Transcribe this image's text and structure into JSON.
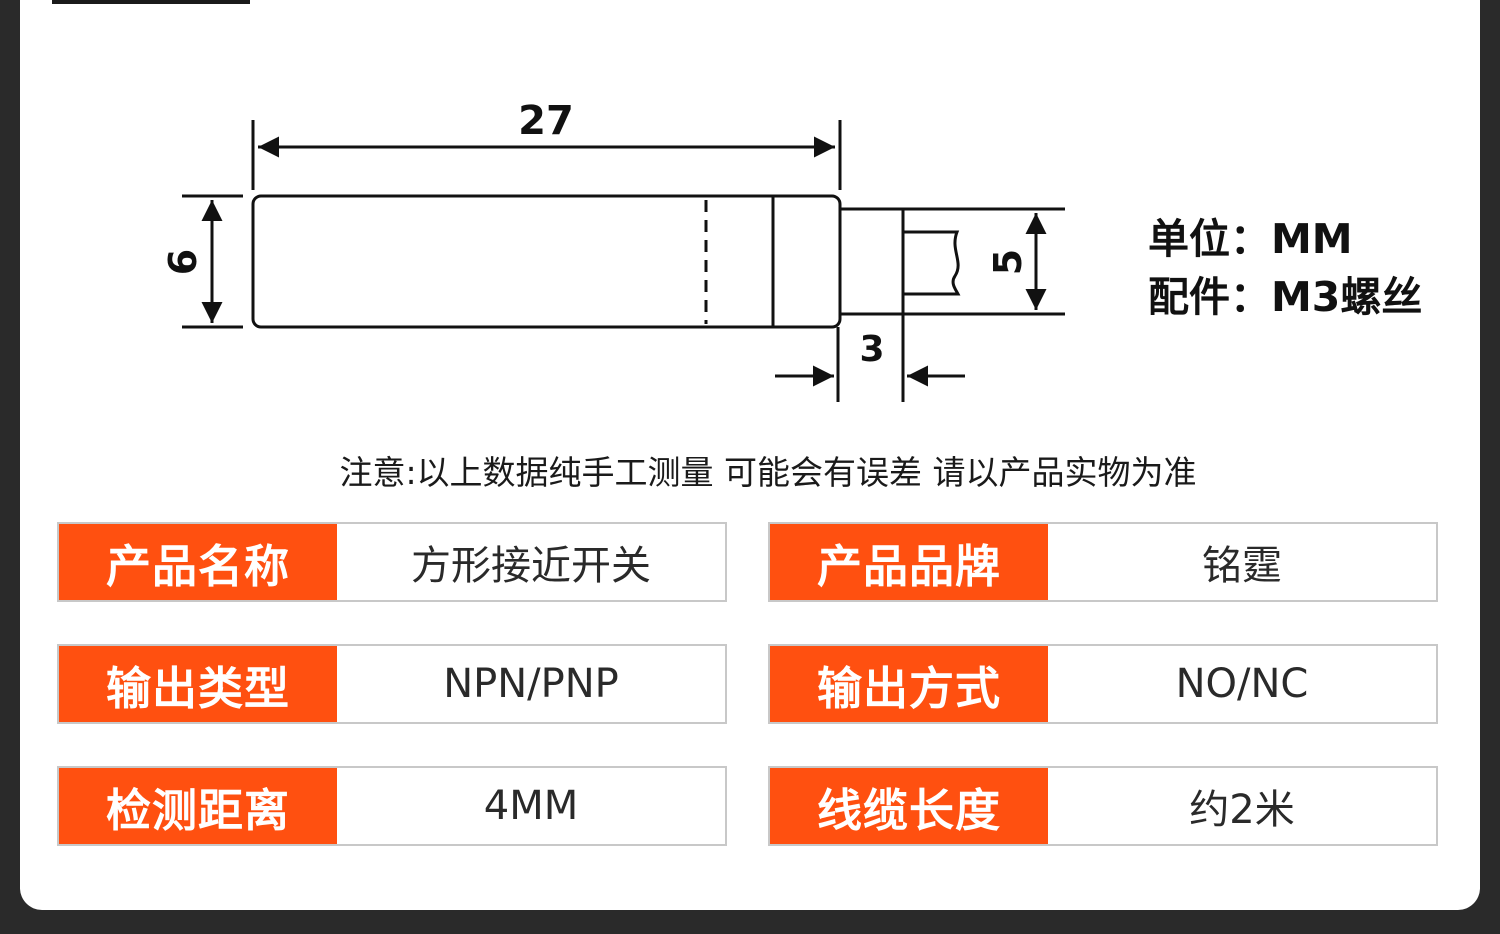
{
  "dimensions": {
    "length": "27",
    "diameter": "6",
    "cable_diameter": "5",
    "thread_length": "3"
  },
  "unit_info": {
    "unit": "单位：MM",
    "accessory": "配件：M3螺丝"
  },
  "note": "注意:以上数据纯手工测量 可能会有误差 请以产品实物为准",
  "specs": [
    {
      "label": "产品名称",
      "value": "方形接近开关"
    },
    {
      "label": "产品品牌",
      "value": "铭霆"
    },
    {
      "label": "输出类型",
      "value": "NPN/PNP"
    },
    {
      "label": "输出方式",
      "value": "NO/NC"
    },
    {
      "label": "检测距离",
      "value": "4MM"
    },
    {
      "label": "线缆长度",
      "value": "约2米"
    }
  ],
  "colors": {
    "accent": "#ff5010",
    "background": "#2a2a2a",
    "card": "#ffffff",
    "line": "#111111"
  }
}
